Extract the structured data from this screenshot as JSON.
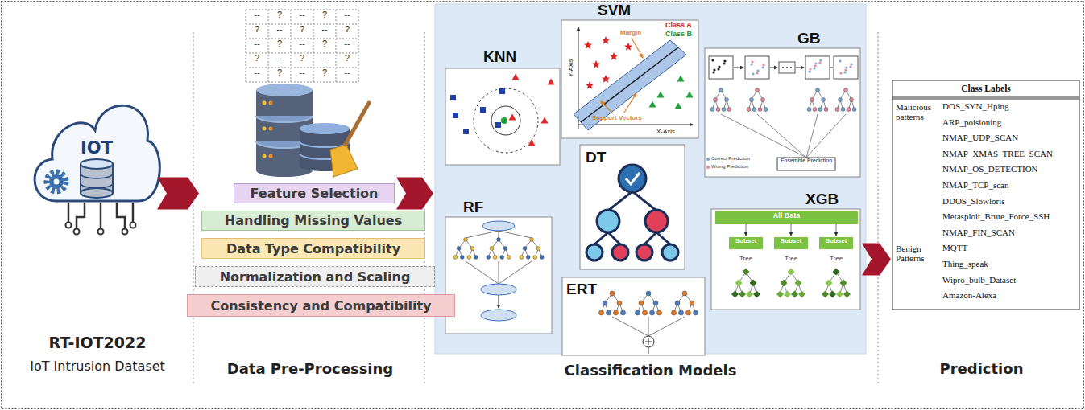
{
  "diagram": {
    "nodes": [
      {
        "text": [
          "RT-IOT2022",
          "IoT Intrusion Dataset"
        ]
      },
      {
        "text": [
          "IOT"
        ],
        "in": 0
      },
      {
        "text": [
          "Data Pre-Processing"
        ]
      },
      {
        "text": [
          "Feature Selection"
        ],
        "in": 2
      },
      {
        "text": [
          "Handling Missing Values"
        ],
        "in": 2
      },
      {
        "text": [
          "Data Type Compatibility"
        ],
        "in": 2
      },
      {
        "text": [
          "Normalization and Scaling"
        ],
        "in": 2
      },
      {
        "text": [
          "Consistency and Compatibility"
        ],
        "in": 2
      },
      {
        "text": [
          "Classification Models"
        ]
      },
      {
        "text": [
          "KNN"
        ],
        "in": 8
      },
      {
        "text": [
          "SVM"
        ],
        "in": 8
      },
      {
        "text": [
          "GB"
        ],
        "in": 8
      },
      {
        "text": [
          "RF"
        ],
        "in": 8
      },
      {
        "text": [
          "DT"
        ],
        "in": 8
      },
      {
        "text": [
          "ERT"
        ],
        "in": 8
      },
      {
        "text": [
          "XGB"
        ],
        "in": 8
      },
      {
        "text": [
          "Prediction"
        ]
      },
      {
        "text": [
          "Class Labels"
        ],
        "in": 16
      }
    ],
    "edges": [
      {
        "from": 1,
        "to": 3,
        "arrow": "to"
      },
      {
        "from": 3,
        "to": 8,
        "arrow": "to"
      },
      {
        "from": 15,
        "to": 17,
        "arrow": "to"
      }
    ],
    "labels": [
      "--",
      "?",
      "--",
      "?",
      "--",
      "?",
      "--",
      "?",
      "--",
      "?",
      "--",
      "?",
      "--",
      "?",
      "--",
      "?",
      "--",
      "?",
      "--",
      "?",
      "--",
      "?",
      "--",
      "?",
      "--",
      "Class A",
      "Class B",
      "Margin",
      "Support Vectors",
      "Y-Axis",
      "X-Axis",
      "Ensemble Prediction",
      "Correct Prediction",
      "Wrong Prediction",
      "All Data",
      "Subset",
      "Subset",
      "Subset",
      "Tree",
      "Tree",
      "Tree",
      "Malicious patterns",
      "DOS_SYN_Hping",
      "ARP_poisioning",
      "NMAP_UDP_SCAN",
      "NMAP_XMAS_TREE_SCAN",
      "NMAP_OS_DETECTION",
      "NMAP_TCP_scan",
      "DDOS_Slowloris",
      "Metasploit_Brute_Force_SSH",
      "NMAP_FIN_SCAN",
      "Benign Patterns",
      "MQTT",
      "Thing_speak",
      "Wipro_bulb_Dataset",
      "Amazon-Alexa"
    ]
  }
}
